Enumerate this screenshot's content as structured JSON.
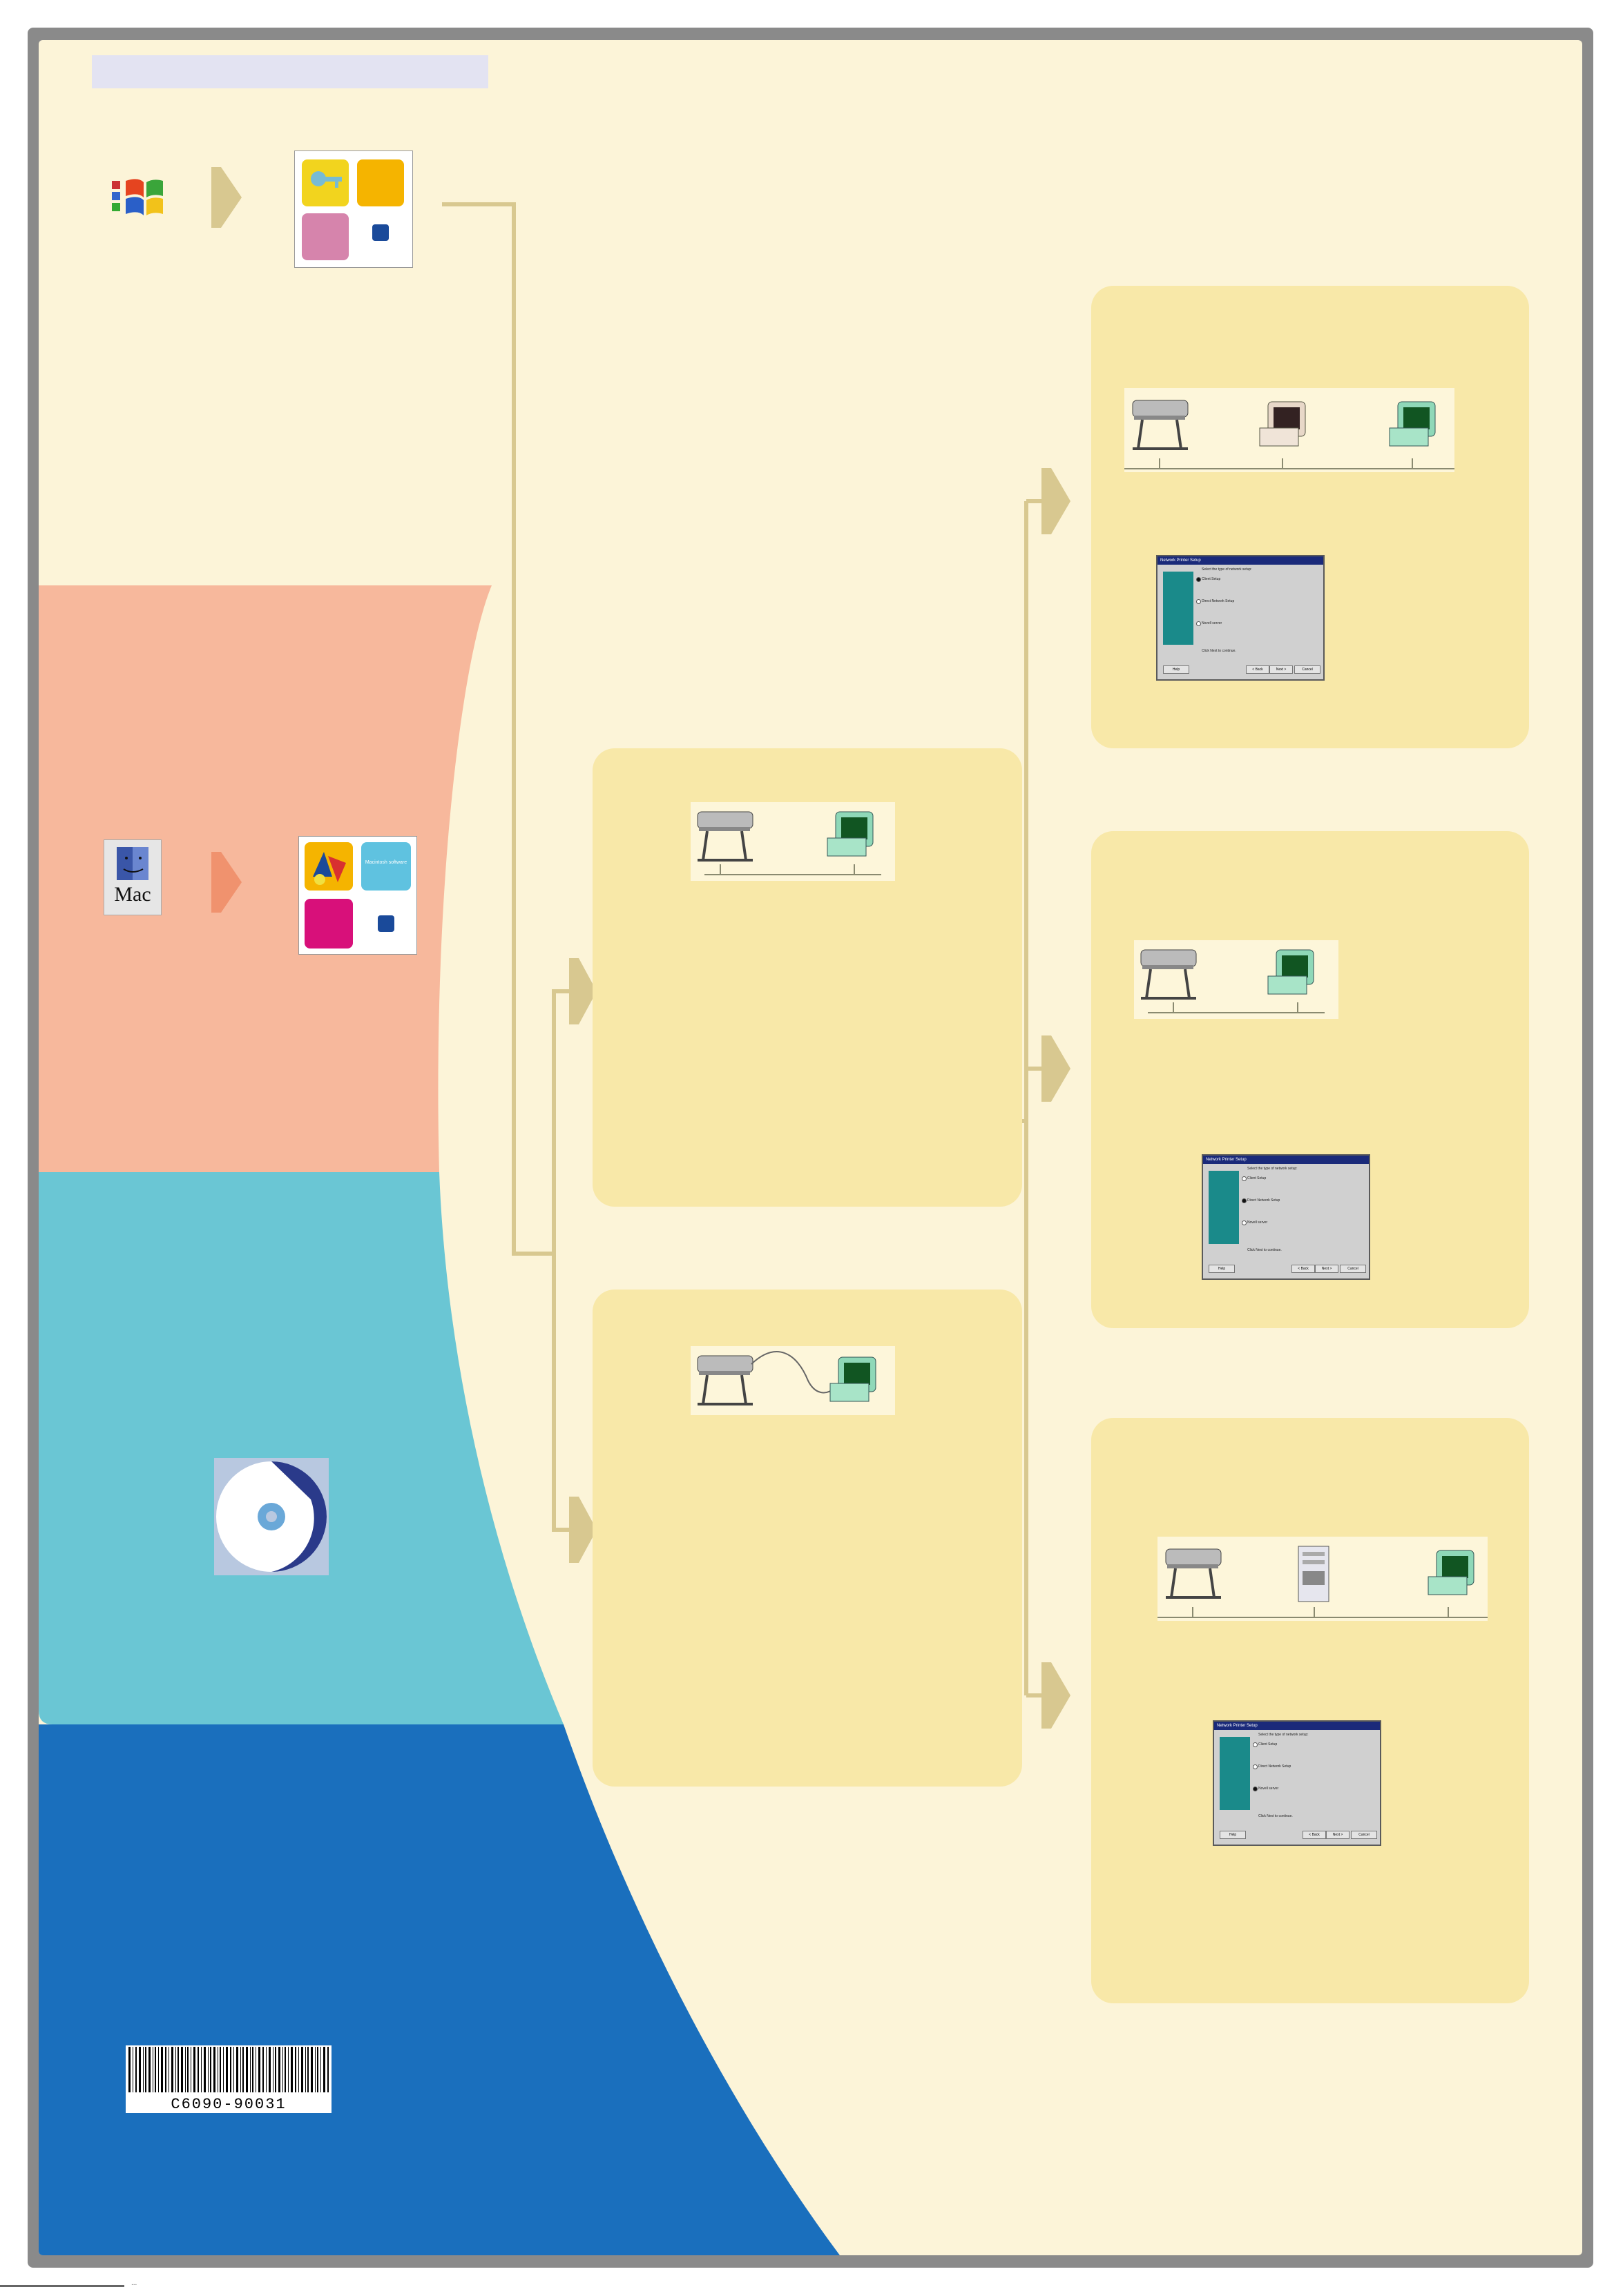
{
  "document": {
    "part_number": "C6090-90031",
    "footer_note": "..."
  },
  "os_panels": {
    "windows": {
      "logo": "windows-flag-icon",
      "package_icon": "windows-software-package-icon"
    },
    "mac": {
      "logo_text": "Mac",
      "logo": "mac-os-finder-icon",
      "package_text": "Macintosh software",
      "package_icon": "macintosh-software-package-icon"
    },
    "cd": {
      "icon": "software-cd-icon"
    }
  },
  "dialogs": [
    {
      "title": "Network Printer Setup",
      "prompt": "Select the type of network setup:",
      "options": [
        "Client Setup",
        "Direct Network Setup",
        "Novell server"
      ],
      "selected": 0,
      "buttons": [
        "Help",
        "< Back",
        "Next >",
        "Cancel"
      ],
      "footer": "Click Next to continue."
    },
    {
      "title": "Network Printer Setup",
      "prompt": "Select the type of network setup:",
      "options": [
        "Client Setup",
        "Direct Network Setup",
        "Novell server"
      ],
      "selected": 1,
      "buttons": [
        "Help",
        "< Back",
        "Next >",
        "Cancel"
      ],
      "footer": "Click Next to continue."
    },
    {
      "title": "Network Printer Setup",
      "prompt": "Select the type of network setup:",
      "options": [
        "Client Setup",
        "Direct Network Setup",
        "Novell server"
      ],
      "selected": 2,
      "buttons": [
        "Help",
        "< Back",
        "Next >",
        "Cancel"
      ],
      "footer": "Click Next to continue."
    }
  ],
  "colors": {
    "page_bg": "#fcf4d8",
    "salmon": "#f7b89c",
    "cyan": "#6ac6d4",
    "blue": "#1a6fbd",
    "panel": "#f8e8a8",
    "connector": "#d8c890",
    "arrow": "#d8c890",
    "mac_arrow": "#f0926e"
  }
}
